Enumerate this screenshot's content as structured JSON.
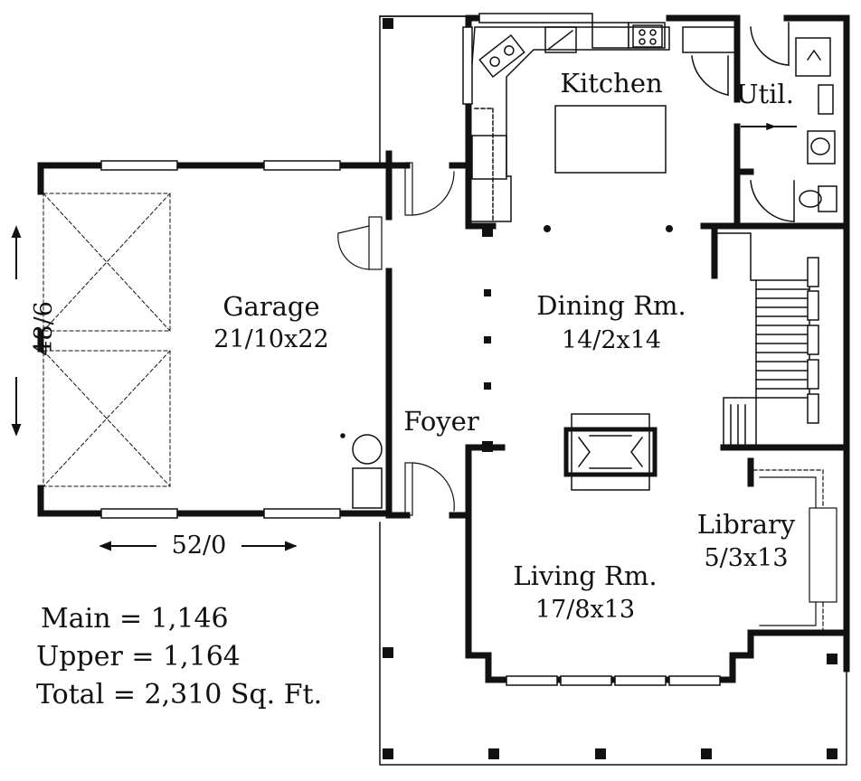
{
  "rooms": {
    "kitchen": "Kitchen",
    "util": "Util.",
    "garage_name": "Garage",
    "garage_size": "21/10x22",
    "dining_name": "Dining Rm.",
    "dining_size": "14/2x14",
    "foyer": "Foyer",
    "library_name": "Library",
    "library_size": "5/3x13",
    "living_name": "Living Rm.",
    "living_size": "17/8x13"
  },
  "dimensions": {
    "depth": "48/6",
    "width": "52/0"
  },
  "stats": {
    "main": "Main  = 1,146",
    "upper": "Upper = 1,164",
    "total": "Total  = 2,310 Sq. Ft."
  }
}
